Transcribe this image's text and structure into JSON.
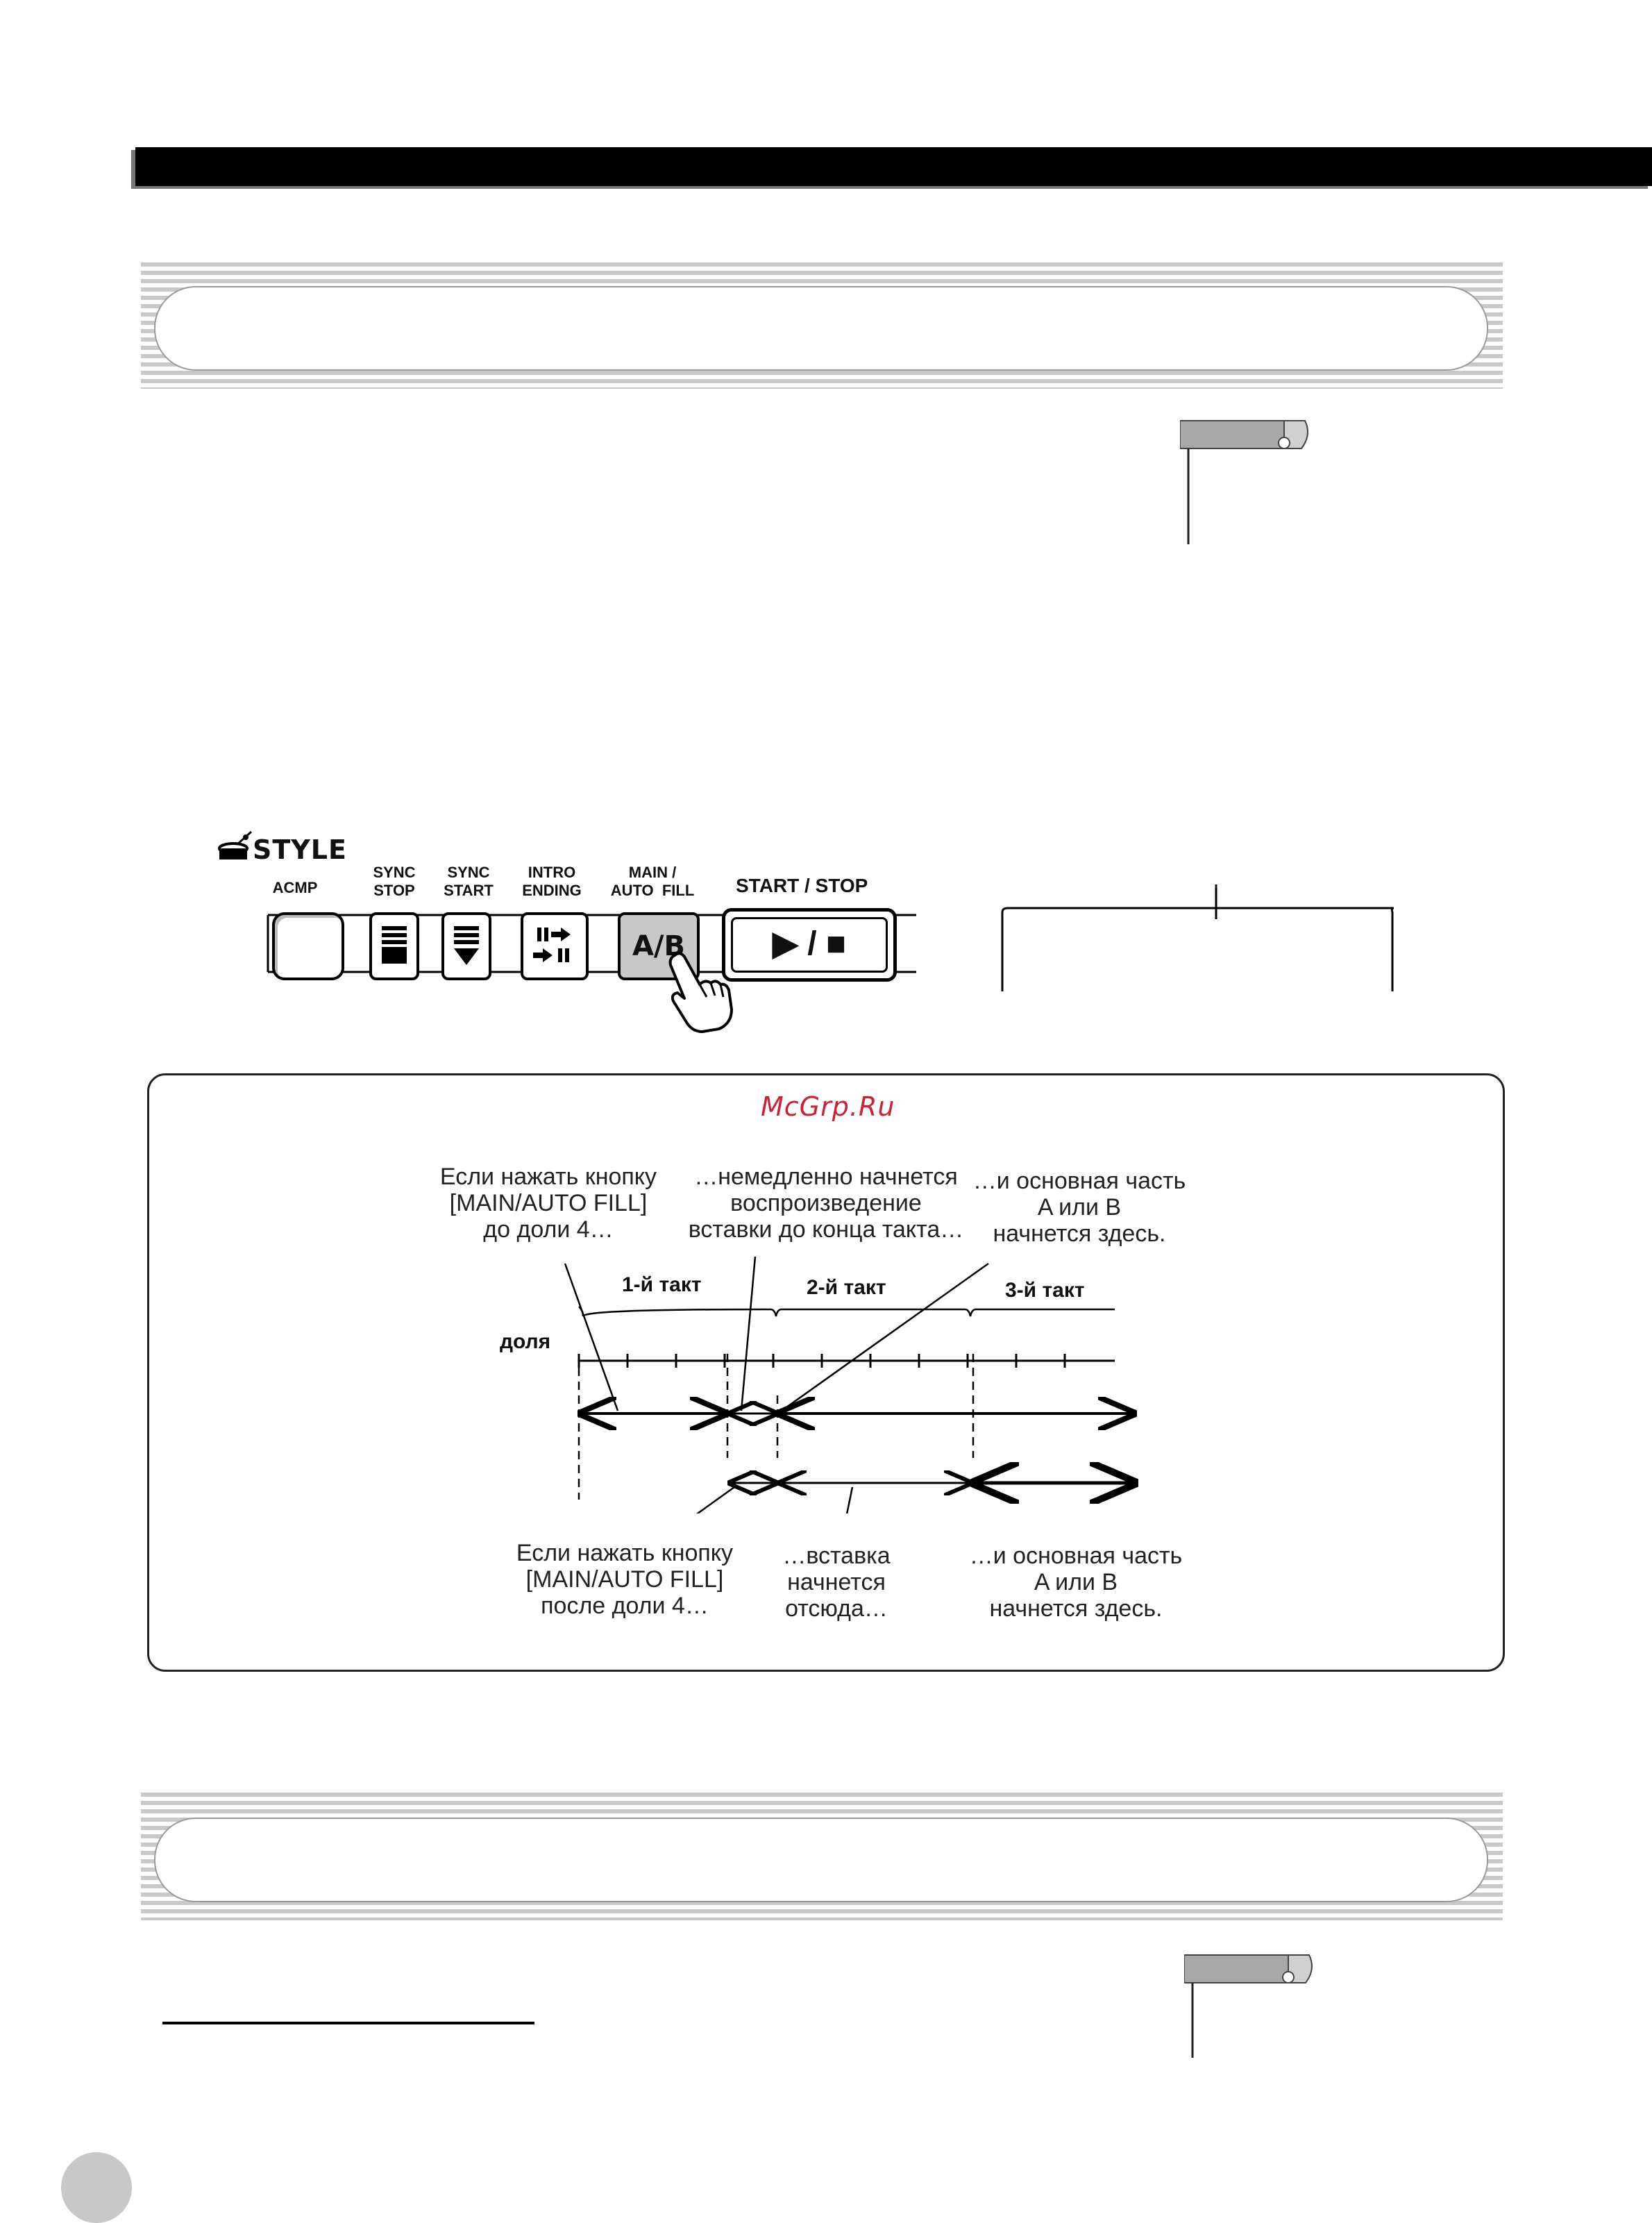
{
  "header": {
    "bar_color": "#000000"
  },
  "sections": [
    {
      "band": "top"
    },
    {
      "band": "bottom"
    }
  ],
  "panel": {
    "style_label": "STYLE",
    "buttons": [
      {
        "id": "acmp",
        "label": "ACMP"
      },
      {
        "id": "sync_stop",
        "label": "SYNC\nSTOP"
      },
      {
        "id": "sync_start",
        "label": "SYNC\nSTART"
      },
      {
        "id": "intro_ending",
        "label": "INTRO\nENDING"
      },
      {
        "id": "main_auto_fill",
        "label": "MAIN /\nAUTO  FILL",
        "face": "A/B"
      },
      {
        "id": "start_stop",
        "label": "START / STOP",
        "face": "▶ / ■"
      }
    ]
  },
  "diagram": {
    "watermark": "McGrp.Ru",
    "watermark_color": "#cc2233",
    "beat_label": "доля",
    "measures": [
      "1-й такт",
      "2-й такт",
      "3-й такт"
    ],
    "top_notes": [
      "Если нажать кнопку\n[MAIN/AUTO FILL]\nдо доли 4…",
      "…немедленно начнется\nвоспроизведение\nвставки до конца такта…",
      "…и основная часть\nA или B\nначнется здесь."
    ],
    "bottom_notes": [
      "Если нажать кнопку\n[MAIN/AUTO FILL]\nпосле доли 4…",
      "…вставка\nначнется\nотсюда…",
      "…и основная часть\nA или B\nначнется здесь."
    ]
  }
}
